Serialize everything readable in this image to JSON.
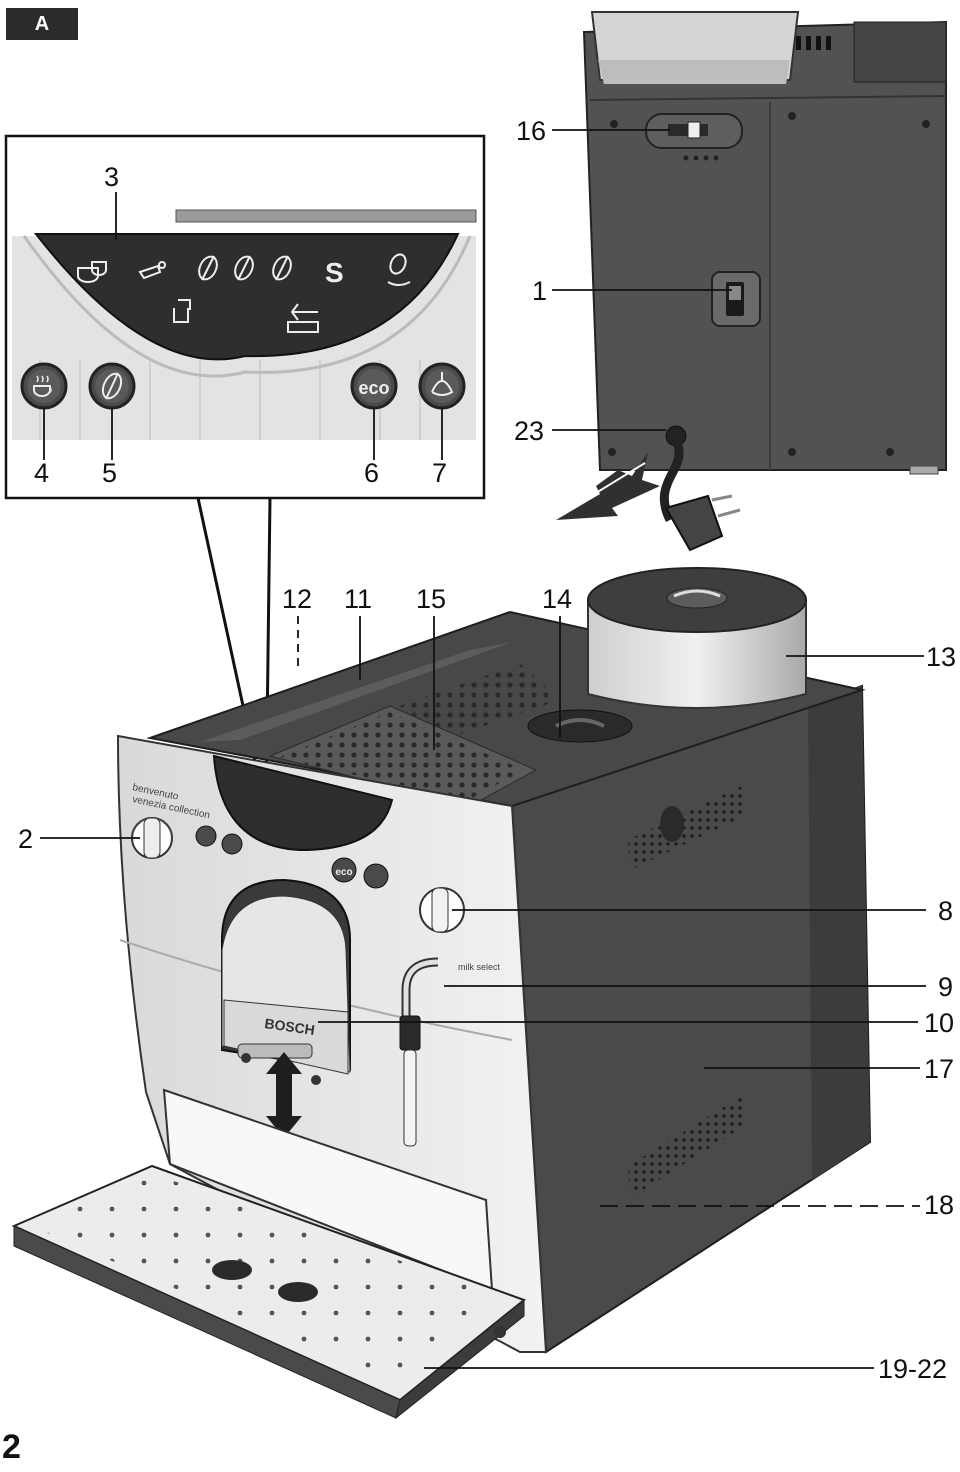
{
  "section_label": "A",
  "page_number": "2",
  "brand_text": "BOSCH",
  "model_text": [
    "benvenuto",
    "venezia collection"
  ],
  "milk_text": "milk select",
  "eco_text": "eco",
  "display_s": "S",
  "callouts": {
    "c1": "1",
    "c2": "2",
    "c3": "3",
    "c4": "4",
    "c5": "5",
    "c6": "6",
    "c7": "7",
    "c8": "8",
    "c9": "9",
    "c10": "10",
    "c11": "11",
    "c12": "12",
    "c13": "13",
    "c14": "14",
    "c15": "15",
    "c16": "16",
    "c17": "17",
    "c18": "18",
    "c19_22": "19-22",
    "c23": "23"
  },
  "colors": {
    "body_dark": "#4a4a4c",
    "panel_light": "#e6e6e6",
    "display": "#2e2e30"
  }
}
